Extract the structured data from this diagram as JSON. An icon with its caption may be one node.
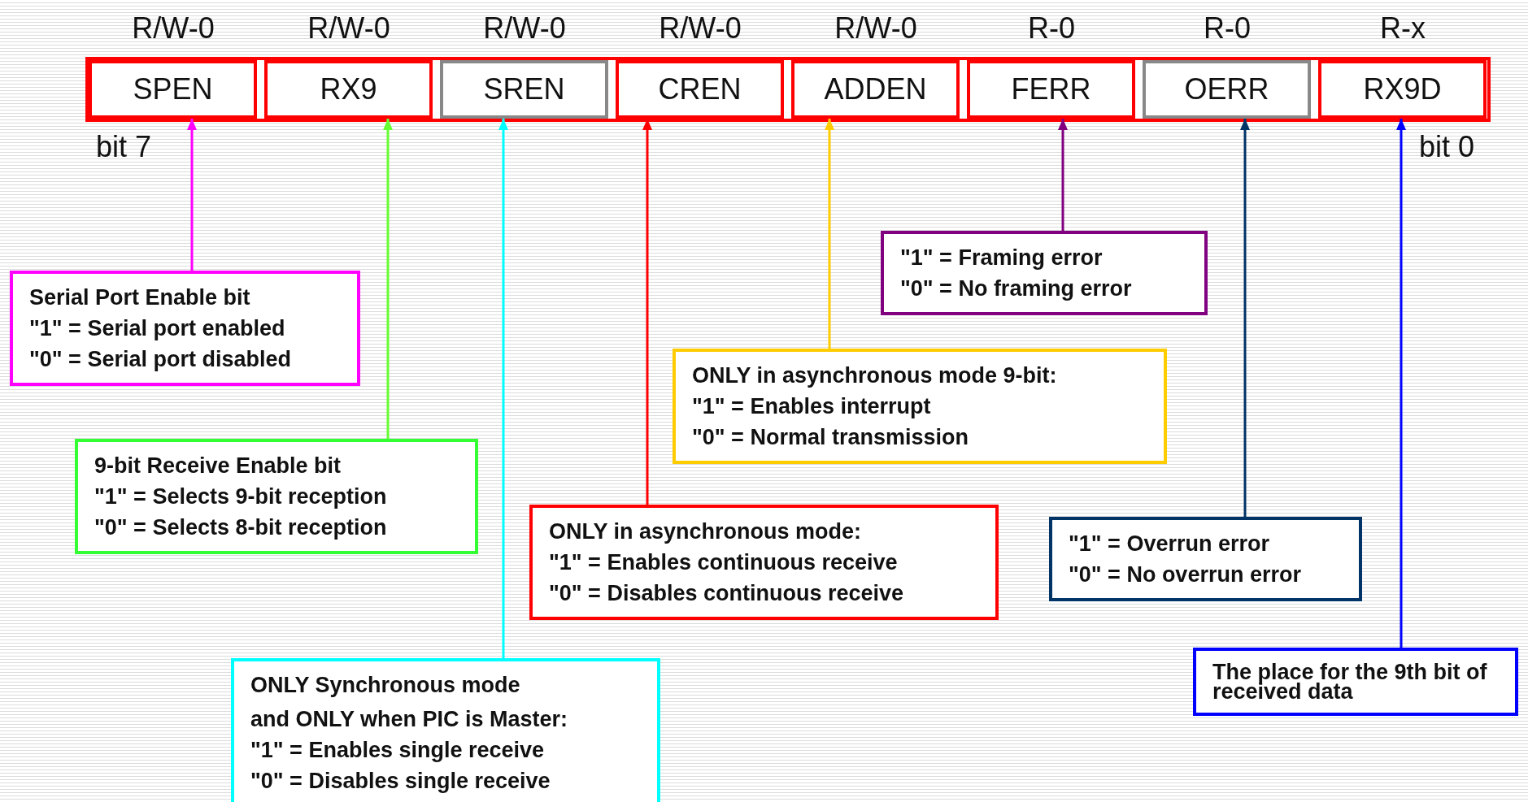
{
  "diagram": {
    "nodes": [
      {
        "text": [
          "SPEN"
        ],
        "beside": [
          "R/W-0"
        ]
      },
      {
        "text": [
          "RX9"
        ],
        "beside": [
          "R/W-0"
        ]
      },
      {
        "text": [
          "SREN"
        ],
        "beside": [
          "R/W-0"
        ]
      },
      {
        "text": [
          "CREN"
        ],
        "beside": [
          "R/W-0"
        ]
      },
      {
        "text": [
          "ADDEN"
        ],
        "beside": [
          "R/W-0"
        ]
      },
      {
        "text": [
          "FERR"
        ],
        "beside": [
          "R-0"
        ]
      },
      {
        "text": [
          "OERR"
        ],
        "beside": [
          "R-0"
        ]
      },
      {
        "text": [
          "RX9D"
        ],
        "beside": [
          "R-x"
        ]
      },
      {
        "text": [
          "\"1\" = Framing error",
          "\"0\" = No framing error"
        ]
      },
      {
        "text": [
          "Serial Port Enable bit",
          "\"1\" = Serial port enabled",
          "\"0\" = Serial port disabled"
        ]
      },
      {
        "text": [
          "ONLY in asynchronous mode 9-bit:",
          "\"1\" = Enables interrupt",
          "\"0\" = Normal transmission"
        ]
      },
      {
        "text": [
          "9-bit Receive Enable bit",
          "\"1\" = Selects 9-bit reception",
          "\"0\" = Selects 8-bit reception"
        ]
      },
      {
        "text": [
          "ONLY in asynchronous mode:",
          "\"1\" = Enables continuous receive",
          "\"0\" = Disables continuous receive"
        ]
      },
      {
        "text": [
          "\"1\" = Overrun error",
          "\"0\" = No overrun error"
        ]
      },
      {
        "text": [
          "The place for the 9th bit of received data"
        ]
      },
      {
        "text": [
          "ONLY Synchronous mode",
          "and ONLY when PIC is Master:",
          "\"1\" = Enables single receive",
          "\"0\" = Disables single receive"
        ]
      }
    ],
    "edges": [
      {
        "from": 9,
        "to": 0,
        "arrow": "to",
        "color": "#ff00ff"
      },
      {
        "from": 11,
        "to": 1,
        "arrow": "to",
        "color": "#66ff33"
      },
      {
        "from": 15,
        "to": 2,
        "arrow": "to",
        "color": "#00ffff"
      },
      {
        "from": 12,
        "to": 3,
        "arrow": "to",
        "color": "#ff0000"
      },
      {
        "from": 10,
        "to": 4,
        "arrow": "to",
        "color": "#ffcc00"
      },
      {
        "from": 8,
        "to": 5,
        "arrow": "to",
        "color": "#800080"
      },
      {
        "from": 13,
        "to": 6,
        "arrow": "to",
        "color": "#003366"
      },
      {
        "from": 14,
        "to": 7,
        "arrow": "to",
        "color": "#0000ff"
      }
    ],
    "labels": [
      "bit 7",
      "bit 0"
    ]
  }
}
